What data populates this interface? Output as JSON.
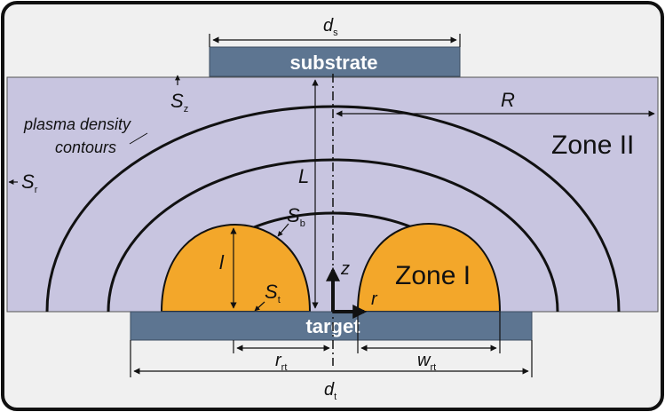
{
  "labels": {
    "substrate": "substrate",
    "target": "target",
    "zone1": "Zone I",
    "zone2": "Zone II",
    "plasma_line1": "plasma density",
    "plasma_line2": "contours",
    "ds": "d",
    "ds_sub": "s",
    "dt": "d",
    "dt_sub": "t",
    "R": "R",
    "L": "L",
    "l": "l",
    "z": "z",
    "r": "r",
    "Sz": "S",
    "Sz_sub": "z",
    "Sr": "S",
    "Sr_sub": "r",
    "Sb": "S",
    "Sb_sub": "b",
    "St": "S",
    "St_sub": "t",
    "rrt": "r",
    "rrt_sub": "rt",
    "wrt": "w",
    "wrt_sub": "rt"
  },
  "colors": {
    "background": "#f0f0f0",
    "plasma_region": "#c8c5e0",
    "zone1_fill": "#f3a72a",
    "bars": "#5d7591",
    "lines": "#111111",
    "frame": "#111111"
  }
}
